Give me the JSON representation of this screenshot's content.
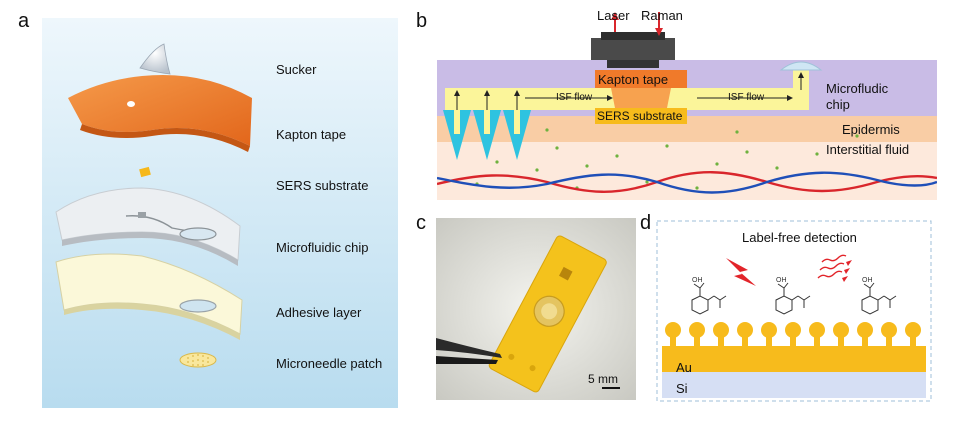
{
  "panels": {
    "a": {
      "letter": "a",
      "layers": [
        "Sucker",
        "Kapton tape",
        "SERS substrate",
        "Microfluidic chip",
        "Adhesive layer",
        "Microneedle patch"
      ]
    },
    "b": {
      "letter": "b",
      "laser": "Laser",
      "raman": "Raman",
      "kapton": "Kapton tape",
      "sers": "SERS substrate",
      "isf_flow": "ISF flow",
      "microfluidic_chip_line1": "Microfludic",
      "microfluidic_chip_line2": "chip",
      "epidermis": "Epidermis",
      "interstitial_fluid": "Interstitial fluid"
    },
    "c": {
      "letter": "c",
      "scale": "5 mm"
    },
    "d": {
      "letter": "d",
      "title": "Label-free detection",
      "molecule_label": "OH",
      "au": "Au",
      "si": "Si"
    }
  },
  "colors": {
    "panel_a_bg_top": "#e8f4fb",
    "panel_a_bg_bottom": "#bfe0f1",
    "kapton": "#f07a2a",
    "chip_purple": "#c9bce6",
    "yellow_channel": "#fbf59a",
    "epidermis": "#f8c79a",
    "interstitial": "#fbe4d6",
    "needle": "#2ec3e0",
    "gold": "#f7bb1c",
    "si": "#d6dff4",
    "red_vessel": "#d9262c",
    "blue_vessel": "#1f4fb8"
  }
}
